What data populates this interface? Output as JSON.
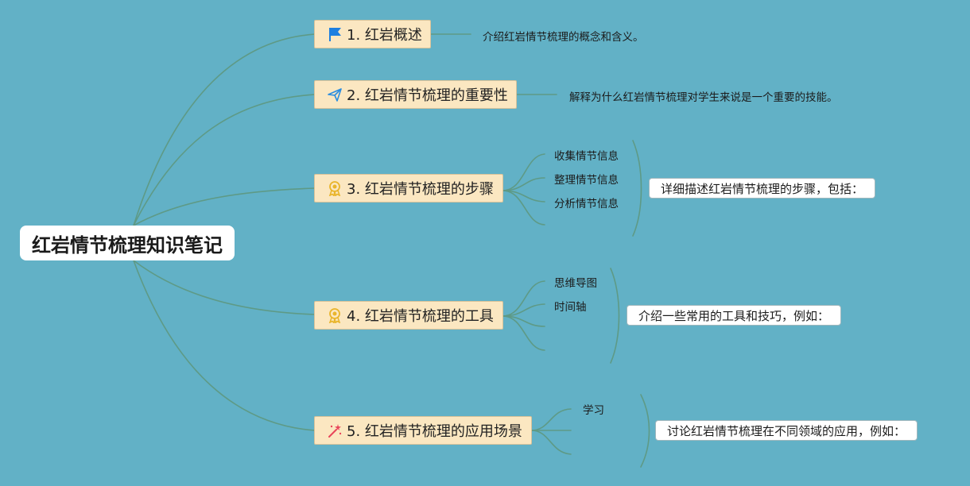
{
  "root": {
    "title": "红岩情节梳理知识笔记"
  },
  "branches": [
    {
      "label": "1. 红岩概述",
      "icon": "flag-icon",
      "description": "介绍红岩情节梳理的概念和含义。"
    },
    {
      "label": "2. 红岩情节梳理的重要性",
      "icon": "paper-plane-icon",
      "description": "解释为什么红岩情节梳理对学生来说是一个重要的技能。"
    },
    {
      "label": "3. 红岩情节梳理的步骤",
      "icon": "award-icon",
      "children": [
        "收集情节信息",
        "整理情节信息",
        "分析情节信息"
      ],
      "summary": "详细描述红岩情节梳理的步骤，包括："
    },
    {
      "label": "4. 红岩情节梳理的工具",
      "icon": "award-icon",
      "children": [
        "思维导图",
        "时间轴"
      ],
      "summary": "介绍一些常用的工具和技巧，例如："
    },
    {
      "label": "5. 红岩情节梳理的应用场景",
      "icon": "magic-wand-icon",
      "children": [
        "学习"
      ],
      "summary": "讨论红岩情节梳理在不同领域的应用，例如："
    }
  ],
  "colors": {
    "background": "#62b1c6",
    "connector": "#5e9a86",
    "branch_fill": "#fbe7c1",
    "flag_icon": "#1d7fe0",
    "plane_icon": "#2a8de0",
    "award_icon": "#e9b52b",
    "wand_icon": "#e8455a"
  }
}
